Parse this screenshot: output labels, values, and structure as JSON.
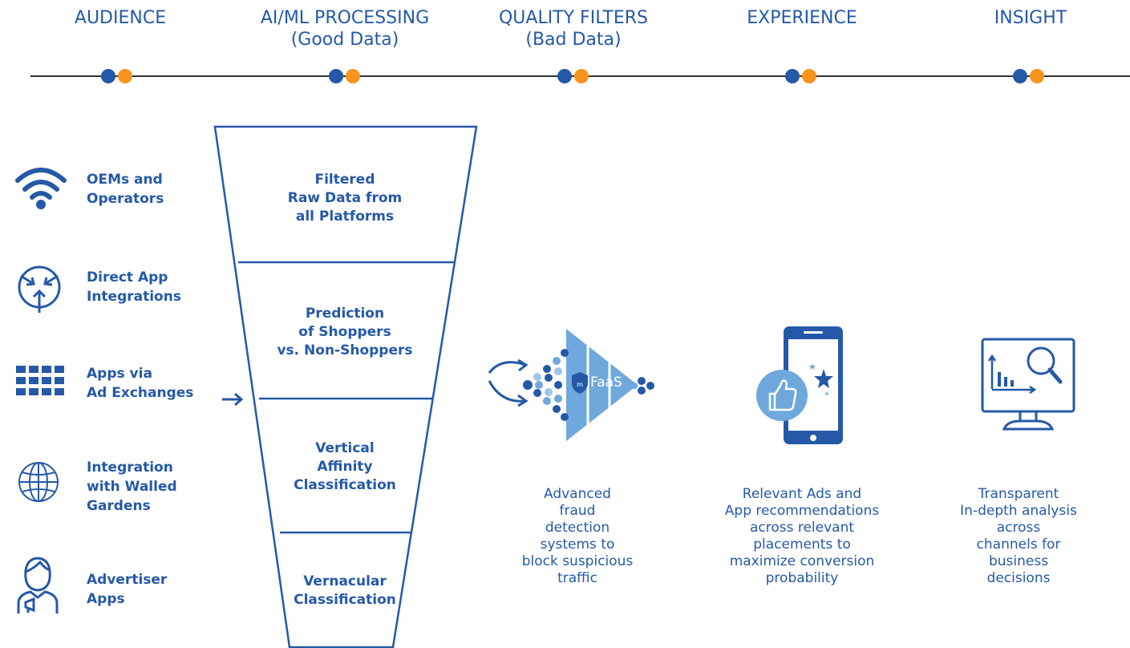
{
  "colors": {
    "blue": "#2559a7",
    "orange": "#f7941d",
    "light_blue": "#6fa8dc",
    "line": "#333333"
  },
  "timeline": {
    "stages": [
      {
        "title": "AUDIENCE",
        "subtitle": ""
      },
      {
        "title": "AI/ML PROCESSING",
        "subtitle": "(Good Data)"
      },
      {
        "title": "QUALITY FILTERS",
        "subtitle": "(Bad Data)"
      },
      {
        "title": "EXPERIENCE",
        "subtitle": ""
      },
      {
        "title": "INSIGHT",
        "subtitle": ""
      }
    ]
  },
  "sources": [
    {
      "icon": "wifi-icon",
      "line1": "OEMs and",
      "line2": "Operators",
      "line3": ""
    },
    {
      "icon": "direct-integration-icon",
      "line1": "Direct App",
      "line2": "Integrations",
      "line3": ""
    },
    {
      "icon": "apps-grid-icon",
      "line1": "Apps via",
      "line2": "Ad Exchanges",
      "line3": ""
    },
    {
      "icon": "globe-icon",
      "line1": "Integration",
      "line2": "with Walled",
      "line3": "Gardens"
    },
    {
      "icon": "advertiser-person-icon",
      "line1": "Advertiser",
      "line2": "Apps",
      "line3": ""
    }
  ],
  "funnel": {
    "layers": [
      {
        "lines": [
          "Filtered",
          "Raw Data from",
          "all Platforms"
        ]
      },
      {
        "lines": [
          "Prediction",
          "of Shoppers",
          "vs. Non-Shoppers"
        ]
      },
      {
        "lines": [
          "Vertical",
          "Affinity",
          "Classification"
        ]
      },
      {
        "lines": [
          "Vernacular",
          "Classification"
        ]
      }
    ]
  },
  "quality": {
    "badge": "FaaS",
    "description": [
      "Advanced",
      "fraud",
      "detection",
      "systems to",
      "block suspicious",
      "traffic"
    ]
  },
  "experience": {
    "description": [
      "Relevant Ads and",
      "App recommendations",
      "across  relevant",
      "placements to",
      "maximize conversion",
      "probability"
    ]
  },
  "insight": {
    "description": [
      "Transparent",
      "In-depth analysis",
      "across",
      "channels for",
      "business",
      "decisions"
    ]
  }
}
